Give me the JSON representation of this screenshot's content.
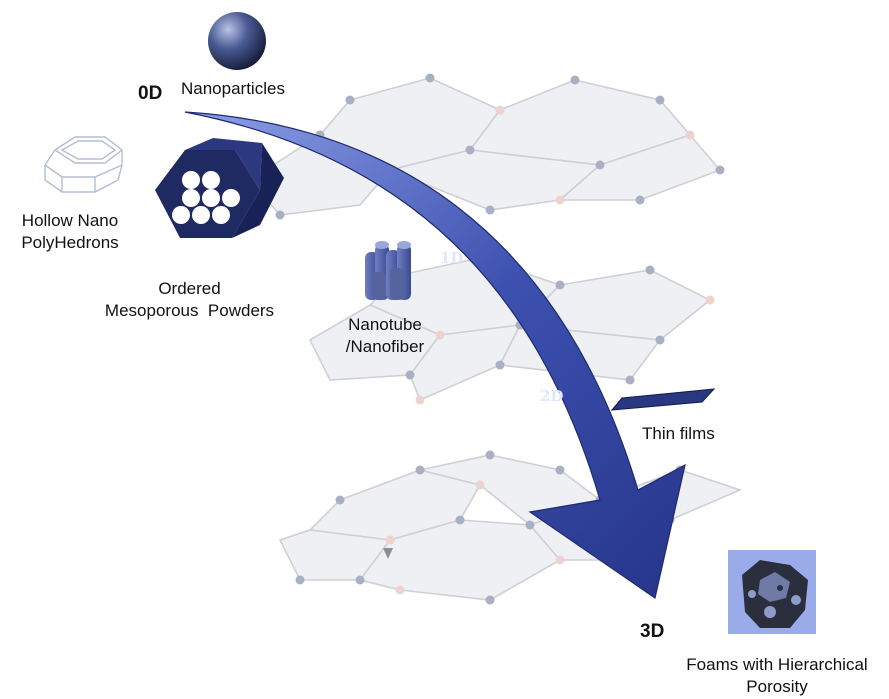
{
  "dimensions": {
    "zero": "0D",
    "one": "1D",
    "two": "2D",
    "three": "3D"
  },
  "labels": {
    "nanoparticles": "Nanoparticles",
    "hollow_line1": "Hollow Nano",
    "hollow_line2": "PolyHedrons",
    "ordered_line1": "Ordered",
    "ordered_line2": "Mesoporous  Powders",
    "nanotube_line1": "Nanotube",
    "nanotube_line2": "/Nanofiber",
    "thin_films": "Thin films",
    "foams_line1": "Foams with Hierarchical",
    "foams_line2": "Porosity"
  },
  "colors": {
    "arrow_dark": "#2e3f95",
    "arrow_light": "#7f93e0",
    "navy": "#232f6b",
    "lattice_line": "#c9cbd1",
    "lattice_fill": "#eeeff2",
    "node": "#aab0c4",
    "node_pink": "#ecd3cf",
    "foam_bg": "#9aabea"
  }
}
